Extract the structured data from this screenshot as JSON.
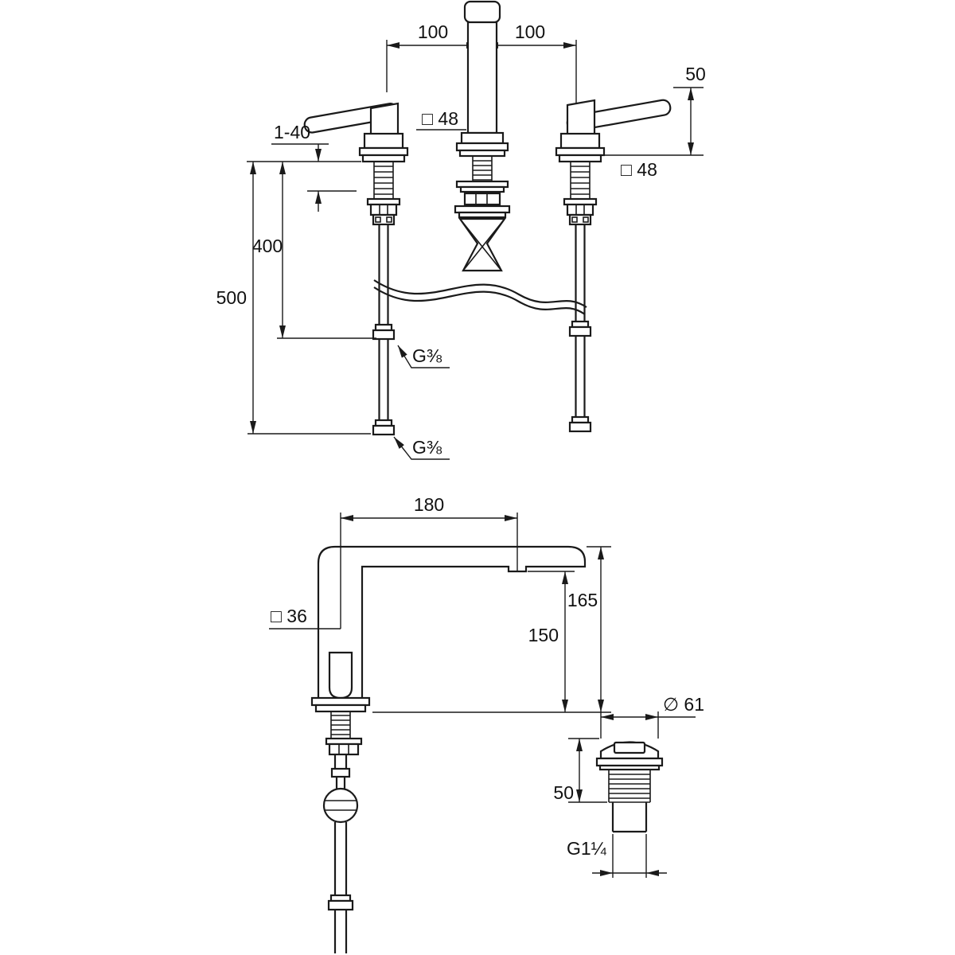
{
  "views": {
    "front": {
      "dim_left_100": "100",
      "dim_right_100": "100",
      "dim_handle_height": "50",
      "dim_mounting_range": "1-40",
      "dim_spout_square": "□ 48",
      "dim_handle_square": "□ 48",
      "dim_depth_400": "400",
      "dim_depth_500": "500",
      "thread_upper": "G⅜",
      "thread_lower": "G⅜"
    },
    "side": {
      "dim_reach": "180",
      "dim_height_total": "165",
      "dim_height_outlet": "150",
      "dim_body_square": "□ 36"
    },
    "drain": {
      "dim_diameter": "∅ 61",
      "dim_height": "50",
      "thread": "G1¼"
    }
  }
}
